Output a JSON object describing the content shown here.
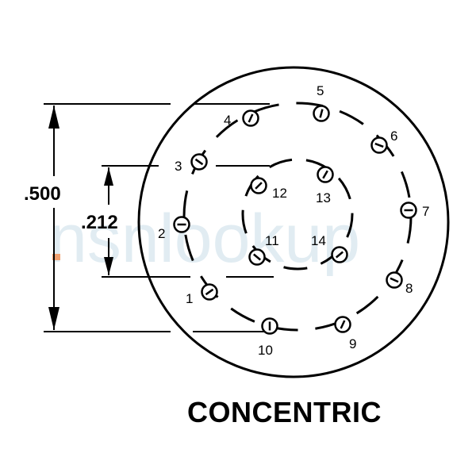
{
  "dimensions": {
    "outer": ".500",
    "inner": ".212"
  },
  "caption": "CONCENTRIC",
  "watermark": "nsnlookup",
  "pins": [
    {
      "label": "1"
    },
    {
      "label": "2"
    },
    {
      "label": "3"
    },
    {
      "label": "4"
    },
    {
      "label": "5"
    },
    {
      "label": "6"
    },
    {
      "label": "7"
    },
    {
      "label": "8"
    },
    {
      "label": "9"
    },
    {
      "label": "10"
    },
    {
      "label": "11"
    },
    {
      "label": "12"
    },
    {
      "label": "13"
    },
    {
      "label": "14"
    }
  ],
  "colors": {
    "line": "#000000",
    "watermark": "#c9dde8",
    "watermark_accent": "#f0a070"
  }
}
